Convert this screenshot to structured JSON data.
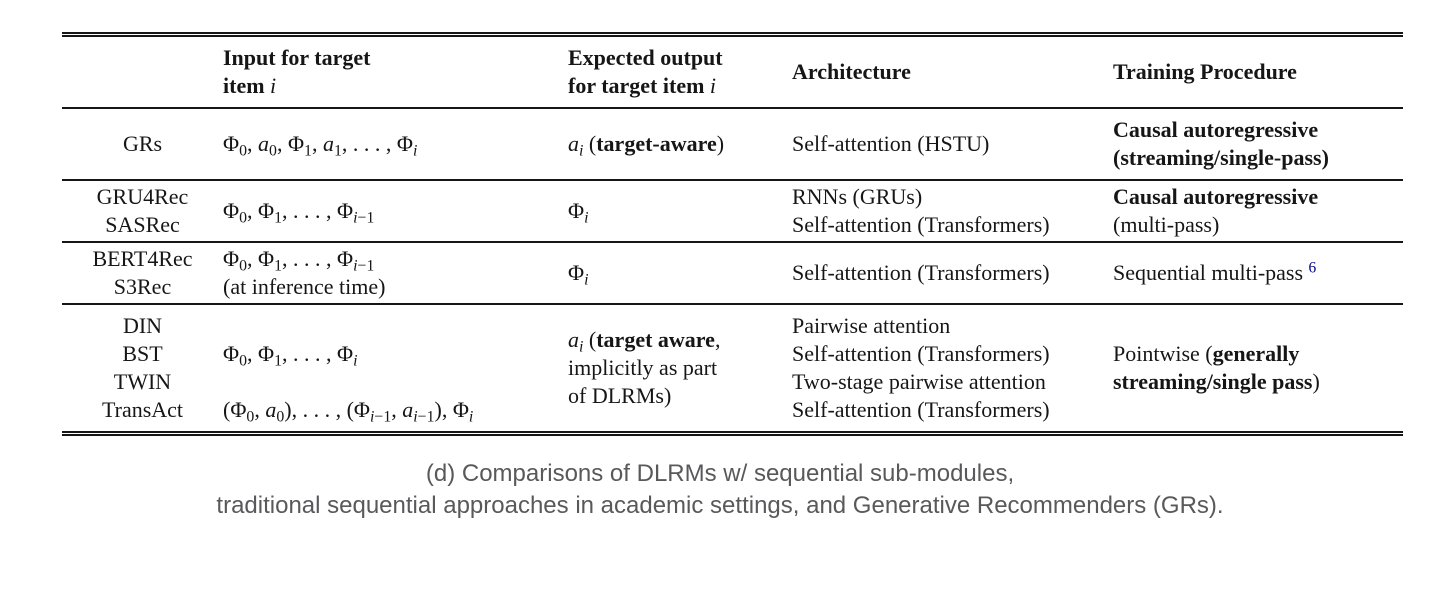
{
  "colors": {
    "text": "#161616",
    "rule": "#161616",
    "caption_text": "#59595b",
    "footnote_link": "#00008b",
    "background": "#ffffff"
  },
  "table": {
    "header": {
      "models": "",
      "input": "Input for target\nitem *i*",
      "output": "Expected output\nfor target item *i*",
      "architecture": "Architecture",
      "training": "Training Procedure"
    },
    "rows": [
      {
        "models": "GRs",
        "input": "Φ_{0}, *a*_{0}, Φ_{1}, *a*_{1}, . . . , Φ_{*i*}",
        "output": "*a*_{*i*} (**target-aware**)",
        "architecture": "Self-attention (HSTU)",
        "training": "**Causal autoregressive\n(streaming/single-pass)**"
      },
      {
        "models": "GRU4Rec\nSASRec",
        "input": "Φ_{0}, Φ_{1}, . . . , Φ_{*i*−1}",
        "output": "Φ_{*i*}",
        "architecture": "RNNs (GRUs)\nSelf-attention (Transformers)",
        "training": "**Causal autoregressive**\n(multi-pass)"
      },
      {
        "models": "BERT4Rec\nS3Rec",
        "input": "Φ_{0}, Φ_{1}, . . . , Φ_{*i*−1}\n(at inference time)",
        "output": "Φ_{*i*}",
        "architecture": "Self-attention (Transformers)",
        "training": "Sequential multi-pass ^{6}"
      },
      {
        "models": "DIN\nBST\nTWIN\nTransAct",
        "input": "\nΦ_{0}, Φ_{1}, . . . , Φ_{*i*}\n\n(Φ_{0}, *a*_{0}), . . . , (Φ_{*i*−1}, *a*_{*i*−1}), Φ_{*i*}",
        "output": "*a*_{*i*} (**target aware**,\nimplicitly as part\nof DLRMs)",
        "architecture": "Pairwise attention\nSelf-attention (Transformers)\nTwo-stage pairwise attention\nSelf-attention (Transformers)",
        "training": "Pointwise (**generally\nstreaming/single pass**)"
      }
    ]
  },
  "caption": {
    "line1": "(d) Comparisons of DLRMs w/ sequential sub-modules,",
    "line2": "traditional sequential approaches in academic settings, and Generative Recommenders (GRs)."
  }
}
